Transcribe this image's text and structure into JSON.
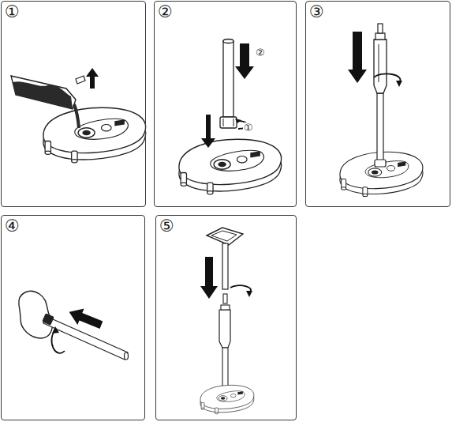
{
  "diagram": {
    "nodes": [
      {
        "text": [
          "①"
        ]
      },
      {
        "text": [
          "②"
        ]
      },
      {
        "text": [
          "③"
        ]
      },
      {
        "text": [
          "④"
        ]
      },
      {
        "text": [
          "⑤"
        ]
      }
    ],
    "labels": [
      "②",
      "①"
    ]
  }
}
